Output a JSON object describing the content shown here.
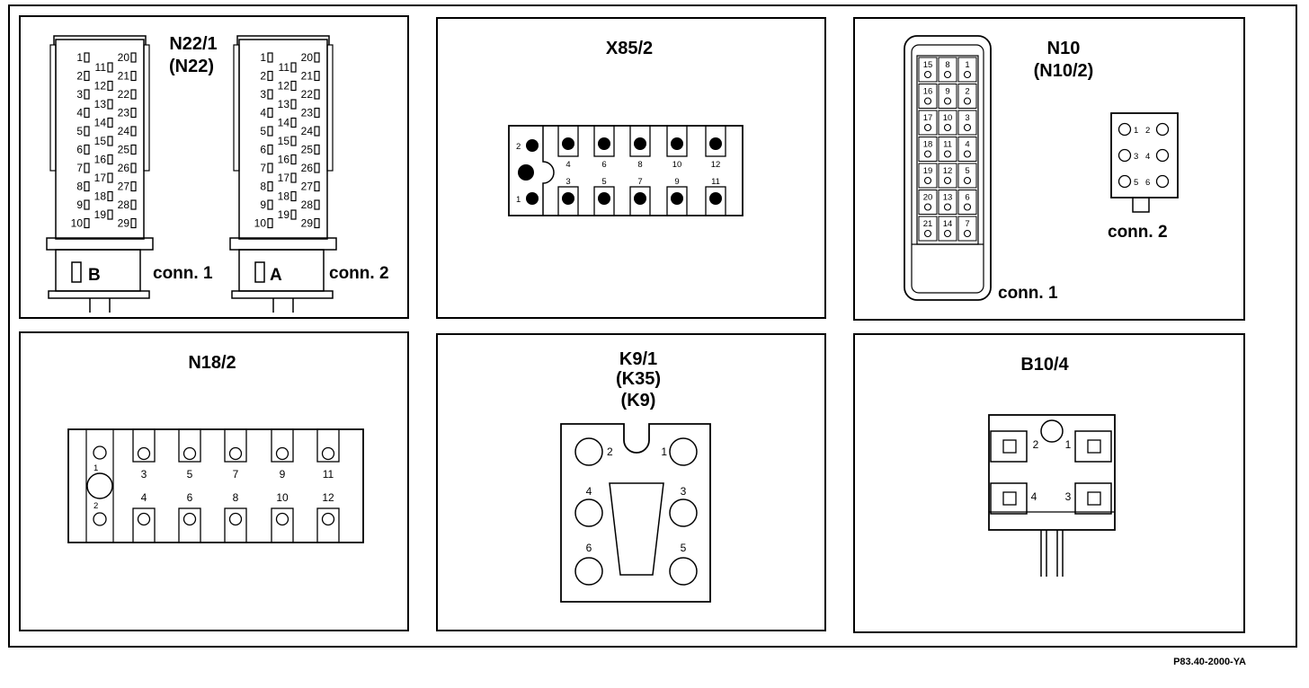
{
  "figure_ref": "P83.40-2000-YA",
  "panels": {
    "n22": {
      "title_line1": "N22/1",
      "title_line2": "(N22)",
      "conn1_label": "conn. 1",
      "conn2_label": "conn. 2",
      "conn1_letter": "B",
      "conn2_letter": "A",
      "col1_pins": [
        "1",
        "2",
        "3",
        "4",
        "5",
        "6",
        "7",
        "8",
        "9",
        "10"
      ],
      "col2_pins": [
        "11",
        "12",
        "13",
        "14",
        "15",
        "16",
        "17",
        "18",
        "19"
      ],
      "col3_pins": [
        "20",
        "21",
        "22",
        "23",
        "24",
        "25",
        "26",
        "27",
        "28",
        "29"
      ]
    },
    "x85": {
      "title": "X85/2",
      "side_pins": [
        "2",
        "1"
      ],
      "top_pins": [
        "4",
        "6",
        "8",
        "10",
        "12"
      ],
      "bottom_pins": [
        "3",
        "5",
        "7",
        "9",
        "11"
      ]
    },
    "n10": {
      "title_line1": "N10",
      "title_line2": "(N10/2)",
      "conn1_label": "conn. 1",
      "conn2_label": "conn. 2",
      "grid_rows": [
        [
          "15",
          "8",
          "1"
        ],
        [
          "16",
          "9",
          "2"
        ],
        [
          "17",
          "10",
          "3"
        ],
        [
          "18",
          "11",
          "4"
        ],
        [
          "19",
          "12",
          "5"
        ],
        [
          "20",
          "13",
          "6"
        ],
        [
          "21",
          "14",
          "7"
        ]
      ],
      "conn2_rows": [
        [
          "1",
          "2"
        ],
        [
          "3",
          "4"
        ],
        [
          "5",
          "6"
        ]
      ]
    },
    "n18": {
      "title": "N18/2",
      "side_pins": [
        "1",
        "2"
      ],
      "top_pins": [
        "3",
        "5",
        "7",
        "9",
        "11"
      ],
      "bottom_pins": [
        "4",
        "6",
        "8",
        "10",
        "12"
      ]
    },
    "k9": {
      "title_line1": "K9/1",
      "title_line2": "(K35)",
      "title_line3": "(K9)",
      "pins": [
        "2",
        "1",
        "4",
        "3",
        "6",
        "5"
      ]
    },
    "b10": {
      "title": "B10/4",
      "pins": [
        "2",
        "1",
        "4",
        "3"
      ]
    }
  }
}
